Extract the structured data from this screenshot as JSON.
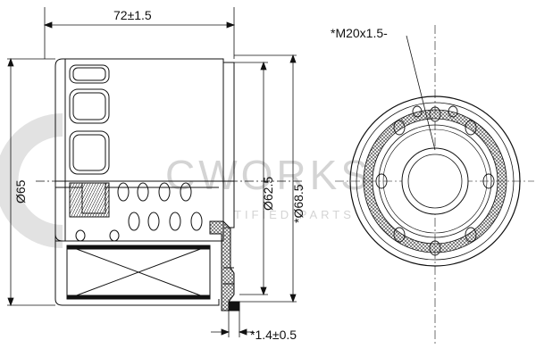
{
  "drawing": {
    "dimensions": {
      "length": "72±1.5",
      "outer_diameter": "Ø65",
      "seal_inner_diameter": "Ø62.5",
      "seal_outer_diameter": "*Ø68.5",
      "thread": "*M20x1.5-",
      "gasket_thickness": "*1.4±0.5"
    },
    "watermark": {
      "brand": "CWORKS",
      "tagline": "TIFIED PARTS"
    },
    "colors": {
      "line": "#111111",
      "hatch": "#555555",
      "watermark": "#d4d4d4"
    }
  }
}
